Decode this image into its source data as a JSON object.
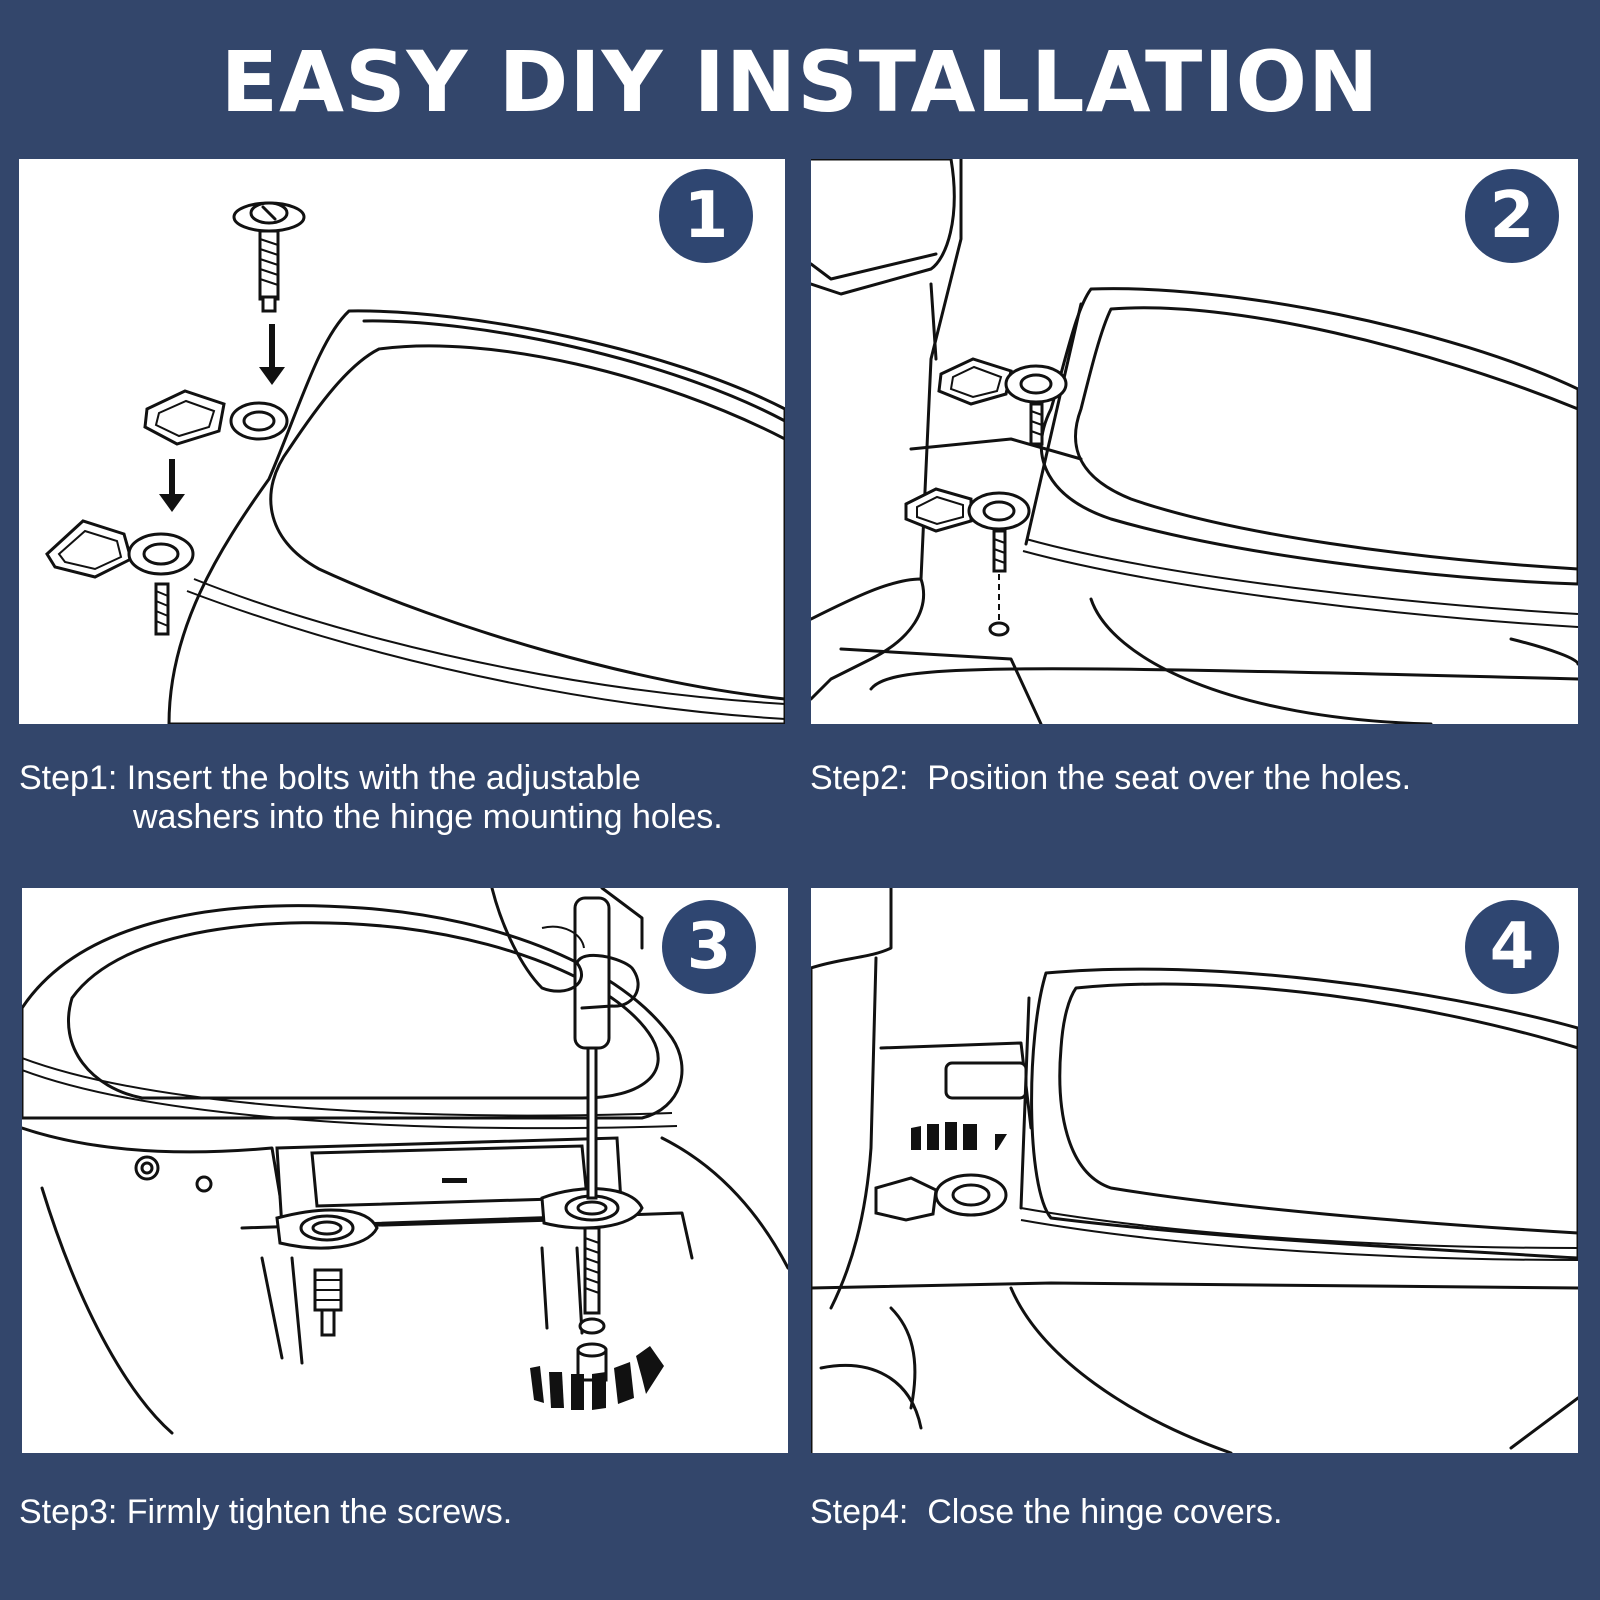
{
  "header": {
    "title": "EASY DIY INSTALLATION"
  },
  "steps": [
    {
      "number": "1",
      "caption_line1": "Step1: Insert the bolts with the adjustable",
      "caption_line2": "washers into the hinge mounting holes."
    },
    {
      "number": "2",
      "caption_line1": "Step2:  Position the seat over the holes."
    },
    {
      "number": "3",
      "caption_line1": "Step3: Firmly tighten the screws."
    },
    {
      "number": "4",
      "caption_line1": "Step4:  Close the hinge covers."
    }
  ],
  "colors": {
    "background": "#33466b",
    "badge": "#2f4671",
    "text": "#ffffff",
    "panel": "#ffffff"
  },
  "icons": [
    "bolt-icon",
    "down-arrow-icon",
    "curved-arrow-icon",
    "screwdriver-icon",
    "hand-icon"
  ]
}
